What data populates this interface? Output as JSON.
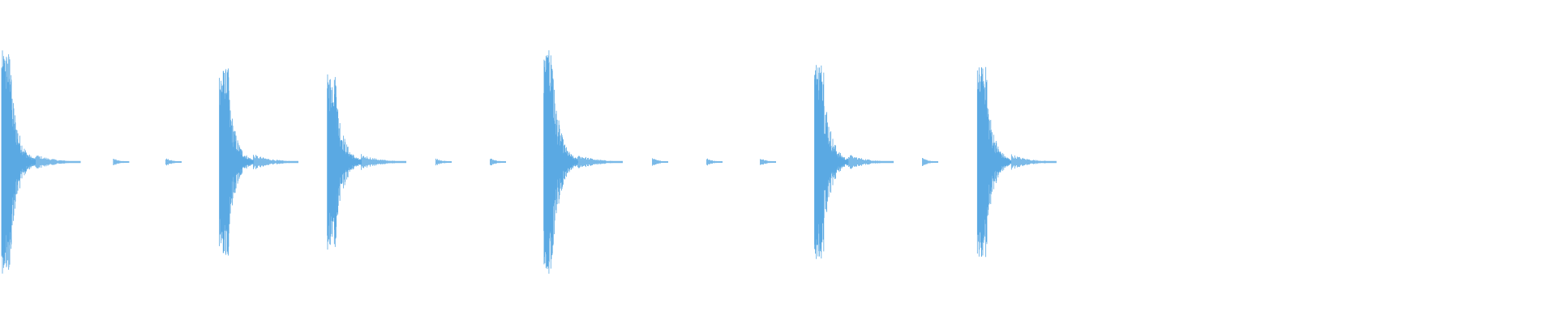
{
  "waveform": {
    "color": "#5aa9e3",
    "background": "#ffffff",
    "events": [
      {
        "kind": "hit",
        "time": 0.0,
        "peak": 1.0,
        "decay": 0.75
      },
      {
        "kind": "tick",
        "time": 0.171,
        "peak": 0.04
      },
      {
        "kind": "tick",
        "time": 0.251,
        "peak": 0.04
      },
      {
        "kind": "hit",
        "time": 0.333,
        "peak": 0.84,
        "decay": 0.75
      },
      {
        "kind": "hit",
        "time": 0.498,
        "peak": 0.79,
        "decay": 0.75
      },
      {
        "kind": "tick",
        "time": 0.664,
        "peak": 0.04
      },
      {
        "kind": "tick",
        "time": 0.747,
        "peak": 0.04
      },
      {
        "kind": "hit",
        "time": 0.829,
        "peak": 1.0,
        "decay": 0.75
      },
      {
        "kind": "tick",
        "time": 0.995,
        "peak": 0.04
      },
      {
        "kind": "tick",
        "time": 1.078,
        "peak": 0.04
      },
      {
        "kind": "tick",
        "time": 1.16,
        "peak": 0.04
      },
      {
        "kind": "hit",
        "time": 1.243,
        "peak": 0.91,
        "decay": 0.75
      },
      {
        "kind": "tick",
        "time": 1.408,
        "peak": 0.04
      },
      {
        "kind": "hit",
        "time": 1.492,
        "peak": 0.86,
        "decay": 0.75
      }
    ],
    "duration": 2.4
  }
}
